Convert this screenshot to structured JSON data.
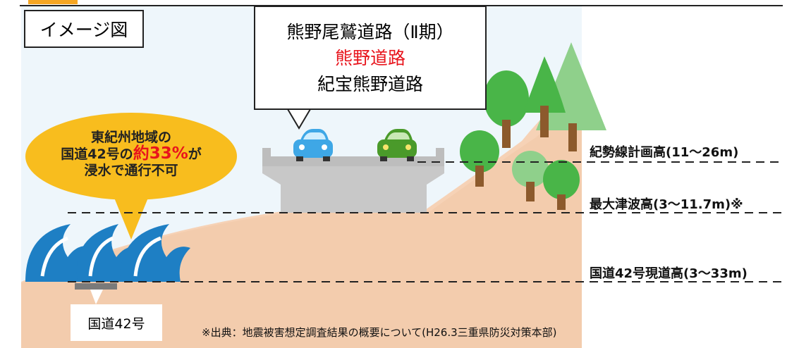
{
  "image_title": "イメージ図",
  "road_callout": {
    "line1": "熊野尾鷲道路（Ⅱ期）",
    "line2": "熊野道路",
    "line3": "紀宝熊野道路"
  },
  "flood_bubble": {
    "line1": "東紀州地域の",
    "line2_prefix": "国道42号の",
    "line2_highlight": "約33%",
    "line2_suffix": "が",
    "line3": "浸水で通行不可"
  },
  "levels": {
    "plan_height": "紀勢線計画高(11～26m)",
    "max_tsunami": "最大津波高(3～11.7m)※",
    "current_road": "国道42号現道高(3～33m)"
  },
  "route_label": "国道42号",
  "source_note": "※出典：地震被害想定調査結果の概要について(H26.3三重県防災対策本部)",
  "colors": {
    "sky": "#eef6fb",
    "hill": "#f6d2b6",
    "bubble": "#f8bd1e",
    "highlight_red": "#e8141c",
    "bridge": "#c8c8c8",
    "car_blue": "#3ea7e6",
    "car_green": "#4a9a2a",
    "tree_green": "#49b548",
    "tree_light": "#8fd08b",
    "trunk": "#8c5a2c",
    "wave_blue": "#1e7fc4"
  }
}
